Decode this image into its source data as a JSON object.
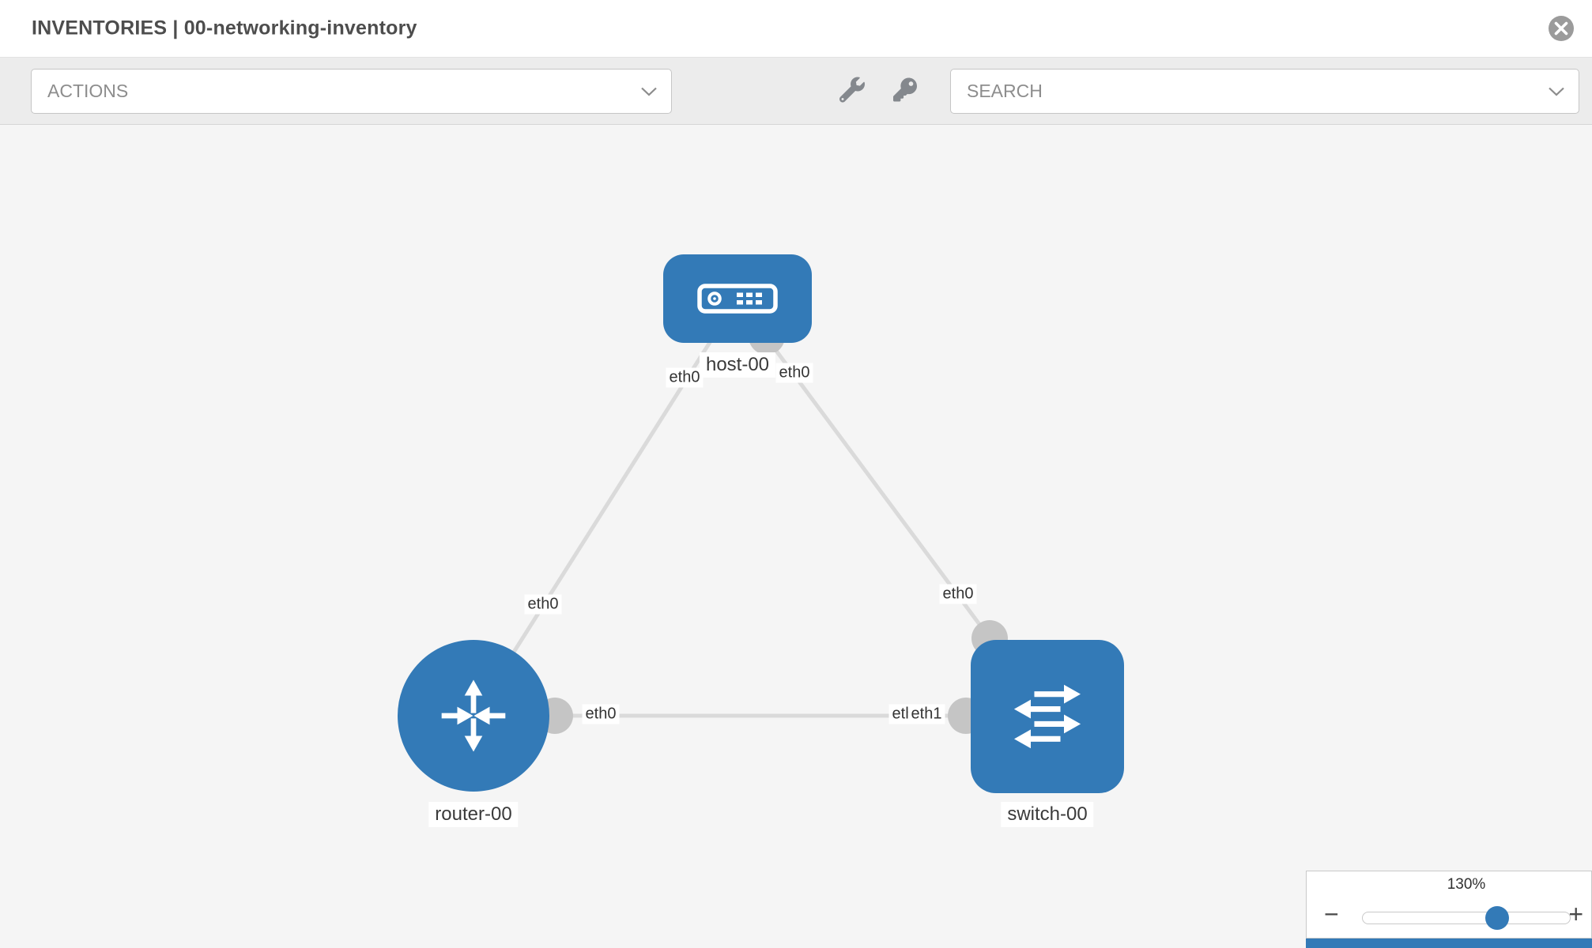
{
  "header": {
    "title": "INVENTORIES | 00-networking-inventory"
  },
  "toolbar": {
    "actions_label": "ACTIONS",
    "search_label": "SEARCH",
    "icons": [
      "wrench-icon",
      "key-icon"
    ]
  },
  "canvas": {
    "nodes": [
      {
        "id": "host-00",
        "label": "host-00",
        "type": "host"
      },
      {
        "id": "router-00",
        "label": "router-00",
        "type": "router"
      },
      {
        "id": "switch-00",
        "label": "switch-00",
        "type": "switch"
      }
    ],
    "links": [
      {
        "from": "host-00",
        "to": "router-00",
        "from_label": "eth0",
        "to_label": "eth0"
      },
      {
        "from": "host-00",
        "to": "switch-00",
        "from_label": "eth0",
        "to_label": "eth0"
      },
      {
        "from": "router-00",
        "to": "switch-00",
        "from_label": "eth0",
        "to_labels": [
          "eth0",
          "eth1"
        ]
      }
    ]
  },
  "zoom": {
    "level": "130%",
    "value_percent": 130,
    "minus_label": "−",
    "plus_label": "+"
  },
  "colors": {
    "node_blue": "#337ab7",
    "canvas_bg": "#f5f5f5",
    "toolbar_bg": "#ececec",
    "link_gray": "#dadada",
    "port_gray": "#c5c5c5"
  }
}
